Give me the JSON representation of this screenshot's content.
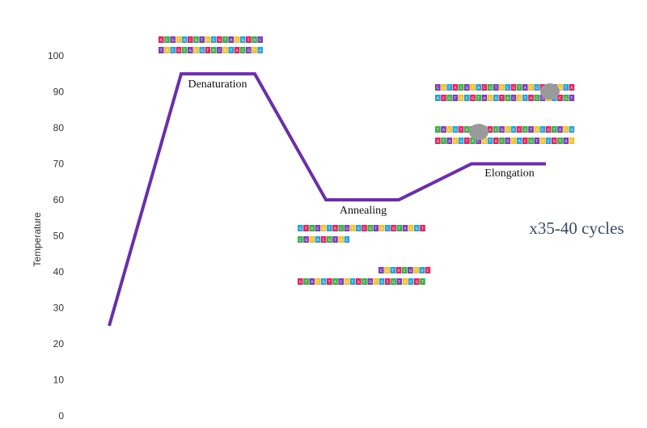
{
  "chart_data": {
    "type": "line",
    "ylabel": "Temperature",
    "ylim": [
      0,
      100
    ],
    "yticks": [
      0,
      10,
      20,
      30,
      40,
      50,
      60,
      70,
      80,
      90,
      100
    ],
    "grid": false,
    "series": [
      {
        "color": "#6a2fa8",
        "points": [
          {
            "step": 0,
            "temperature": 25
          },
          {
            "step": 1,
            "temperature": 95
          },
          {
            "step": 2,
            "temperature": 95
          },
          {
            "step": 3,
            "temperature": 60
          },
          {
            "step": 4,
            "temperature": 60
          },
          {
            "step": 5,
            "temperature": 70
          },
          {
            "step": 6,
            "temperature": 70
          }
        ]
      }
    ],
    "annotations": [
      {
        "label": "Denaturation",
        "temperature": 95
      },
      {
        "label": "Annealing",
        "temperature": 60
      },
      {
        "label": "Elongation",
        "temperature": 70
      }
    ],
    "cycles_label": "x35-40 cycles",
    "colors": {
      "line": "#6a2fa8",
      "nucleotides": [
        "#e0245e",
        "#7b3fb5",
        "#2aa3d8",
        "#3daf4b",
        "#f2c12e"
      ],
      "polymerase": "#9a9a9a"
    }
  }
}
